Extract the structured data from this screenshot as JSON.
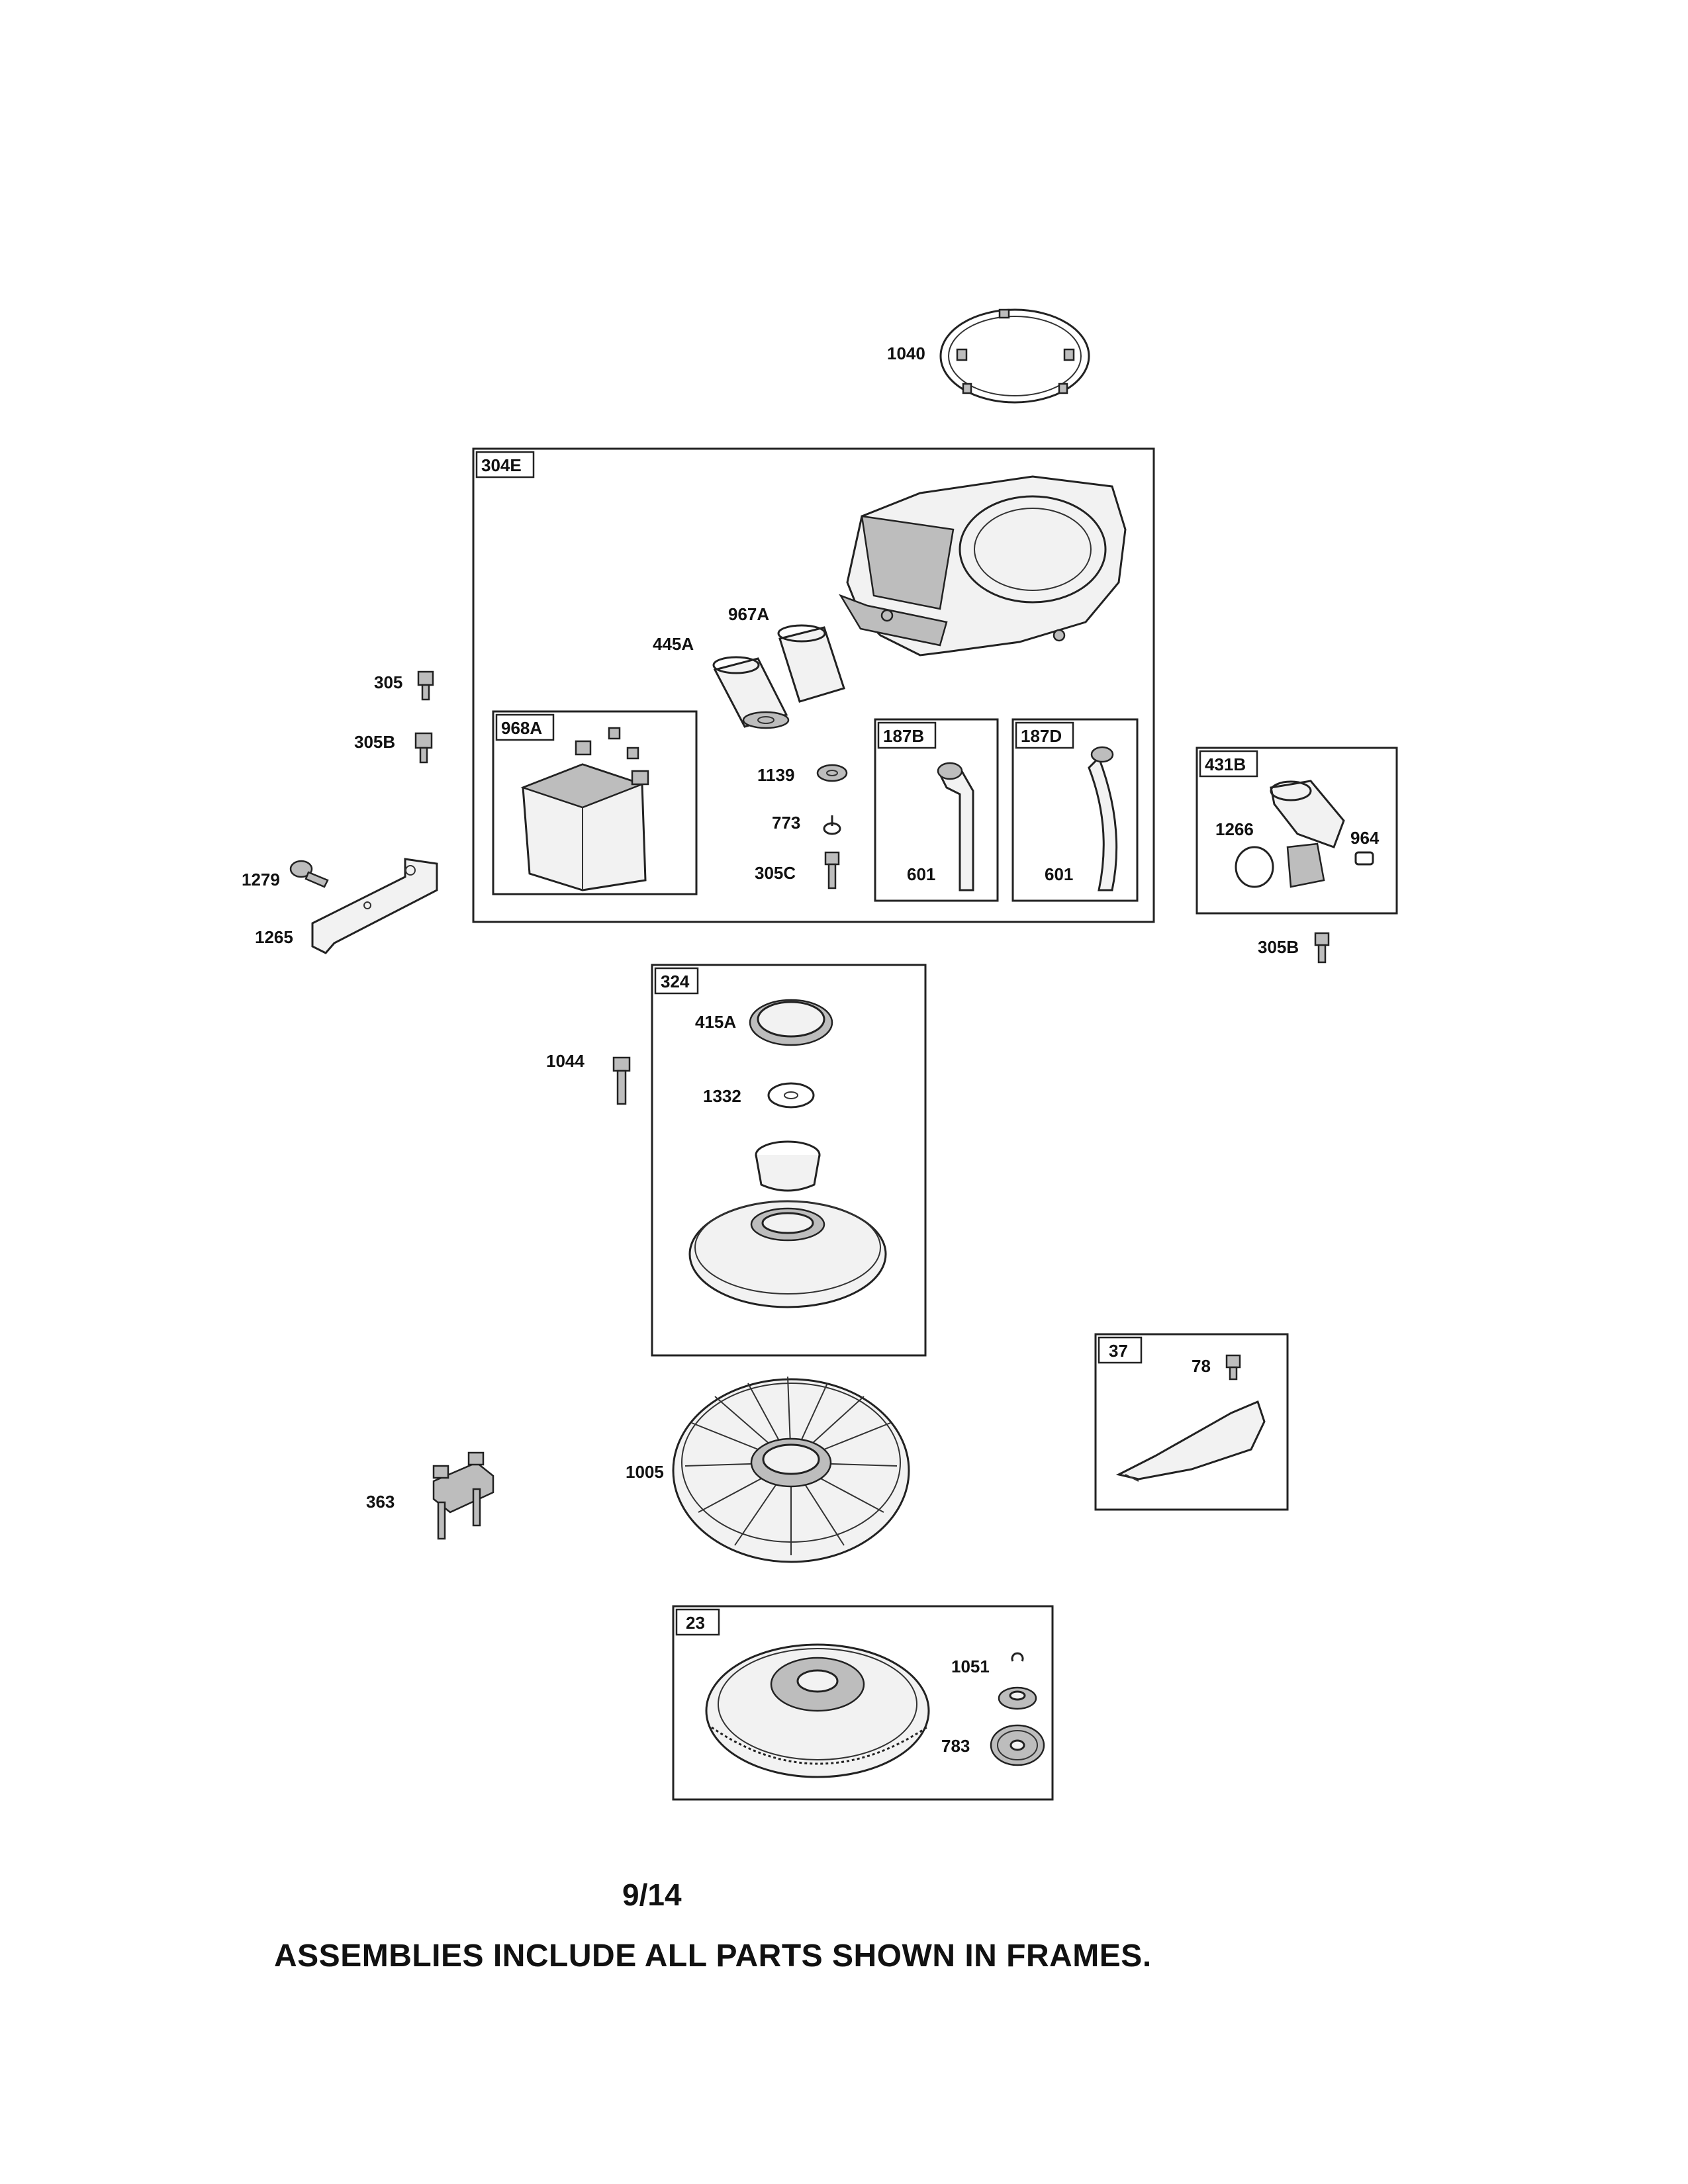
{
  "page_number": "9/14",
  "footer_note": "ASSEMBLIES INCLUDE ALL PARTS SHOWN IN FRAMES.",
  "frames": {
    "f304E": "304E",
    "f968A": "968A",
    "f187B": "187B",
    "f187D": "187D",
    "f431B": "431B",
    "f324": "324",
    "f37": "37",
    "f23": "23"
  },
  "parts": {
    "p1040": "1040",
    "p967A": "967A",
    "p445A": "445A",
    "p305": "305",
    "p305B_left": "305B",
    "p1139": "1139",
    "p773": "773",
    "p305C": "305C",
    "p601_b": "601",
    "p601_d": "601",
    "p1266": "1266",
    "p964": "964",
    "p305B_right": "305B",
    "p1279": "1279",
    "p1265": "1265",
    "p1044": "1044",
    "p415A": "415A",
    "p1332": "1332",
    "p78": "78",
    "p363": "363",
    "p1005": "1005",
    "p1051": "1051",
    "p783": "783"
  }
}
